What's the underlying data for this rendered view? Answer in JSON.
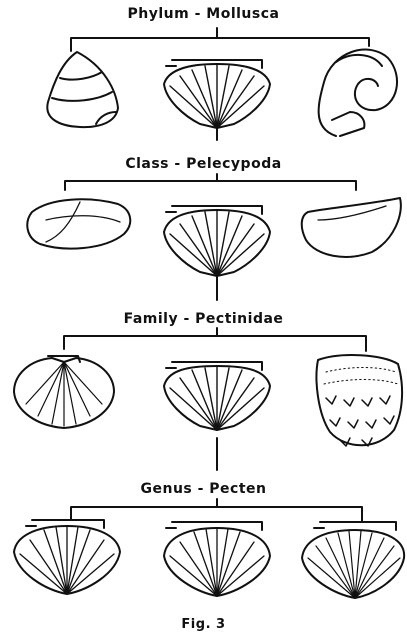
{
  "levels": [
    {
      "label": "Phylum - Mollusca"
    },
    {
      "label": "Class - Pelecypoda"
    },
    {
      "label": "Family - Pectinidae"
    },
    {
      "label": "Genus - Pecten"
    }
  ],
  "caption": "Fig. 3"
}
